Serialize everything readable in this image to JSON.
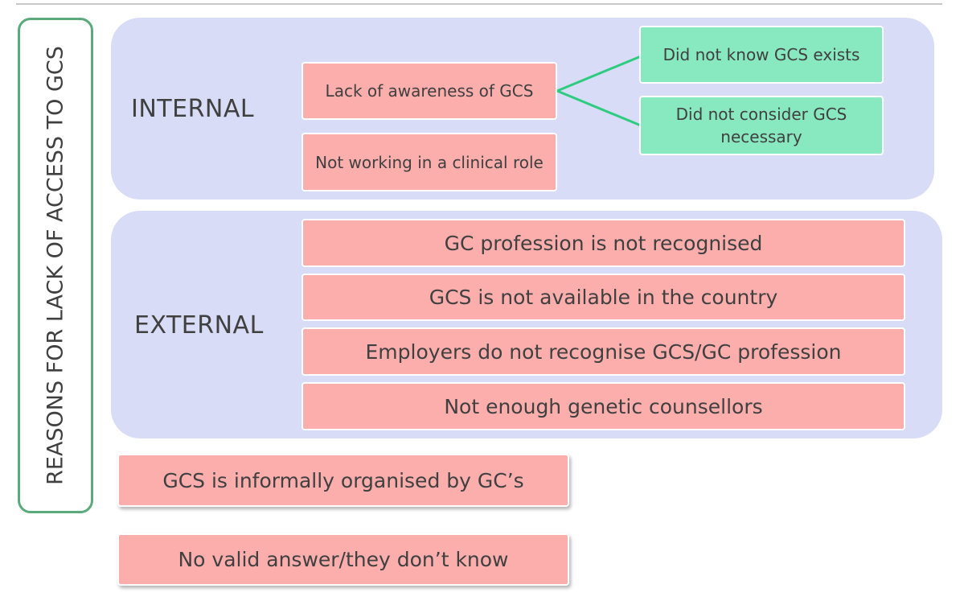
{
  "side_label": "REASONS FOR LACK OF ACCESS TO GCS",
  "internal": {
    "label": "INTERNAL",
    "items": [
      "Lack of awareness of GCS",
      "Not working in a clinical role"
    ],
    "sub_items": [
      "Did not know GCS exists",
      "Did not consider GCS necessary"
    ]
  },
  "external": {
    "label": "EXTERNAL",
    "items": [
      "GC profession is not recognised",
      "GCS is not available in the country",
      "Employers do not recognise GCS/GC profession",
      "Not enough genetic counsellors"
    ]
  },
  "other": [
    "GCS is informally organised by GC’s",
    "No valid answer/they don’t know"
  ],
  "colors": {
    "panel": "#d9dcf6",
    "pink": "#fbaeac",
    "green": "#88e8c0",
    "outline": "#5aaa7c"
  }
}
